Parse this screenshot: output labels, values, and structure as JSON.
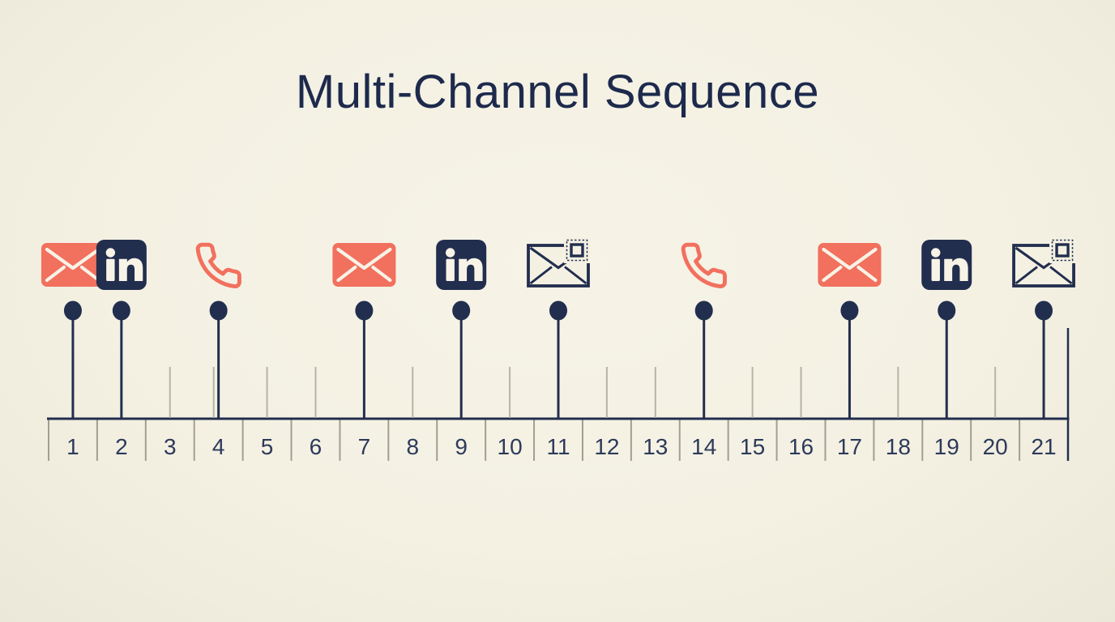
{
  "title": "Multi-Channel Sequence",
  "colors": {
    "background": "#f4f1e3",
    "navy": "#222e4e",
    "coral": "#f2705e",
    "cream": "#f7f3e6",
    "tick": "#b7b3a7",
    "divider": "#a29e91",
    "number": "#2d3a5a",
    "title_text": "#1d2a4c"
  },
  "timeline": {
    "days_total": 21,
    "day_labels": [
      "1",
      "2",
      "3",
      "4",
      "5",
      "6",
      "7",
      "8",
      "9",
      "10",
      "11",
      "12",
      "13",
      "14",
      "15",
      "16",
      "17",
      "18",
      "19",
      "20",
      "21"
    ],
    "minor_tick_days": [
      3,
      4,
      5,
      6,
      8,
      10,
      12,
      13,
      15,
      16,
      18,
      20
    ],
    "events": [
      {
        "day": 1,
        "icon": "email-icon"
      },
      {
        "day": 2,
        "icon": "linkedin-icon"
      },
      {
        "day": 4,
        "icon": "phone-icon"
      },
      {
        "day": 7,
        "icon": "email-icon"
      },
      {
        "day": 9,
        "icon": "linkedin-icon"
      },
      {
        "day": 11,
        "icon": "mail-stamp-icon"
      },
      {
        "day": 14,
        "icon": "phone-icon"
      },
      {
        "day": 17,
        "icon": "email-icon"
      },
      {
        "day": 19,
        "icon": "linkedin-icon"
      },
      {
        "day": 21,
        "icon": "mail-stamp-icon"
      }
    ]
  }
}
